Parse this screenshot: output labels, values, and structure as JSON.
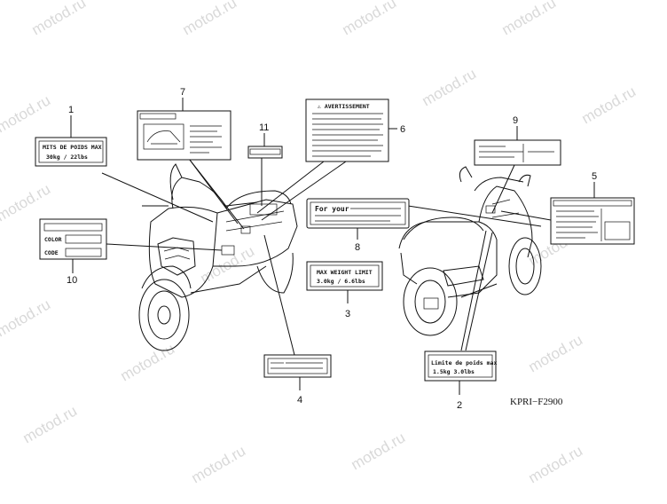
{
  "watermark": "motod.ru",
  "diagram_code": "KPRI−F2900",
  "callouts": [
    "1",
    "2",
    "3",
    "4",
    "5",
    "6",
    "7",
    "8",
    "9",
    "10",
    "11"
  ],
  "labels": {
    "label1": {
      "line1": "MITS DE POIDS MAX",
      "line2": "30kg  / 22lbs"
    },
    "label2": {
      "line1": "Limite de poids max",
      "line2": "1.5kg    3.0lbs"
    },
    "label3": {
      "line1": "MAX WEIGHT LIMIT",
      "line2": "3.0kg  / 6.6lbs"
    },
    "label6": {
      "title": "⚠ AVERTISSEMENT"
    },
    "label8": {
      "line1": "For your"
    },
    "label10": {
      "row1": "COLOR",
      "row2": "CODE"
    }
  }
}
